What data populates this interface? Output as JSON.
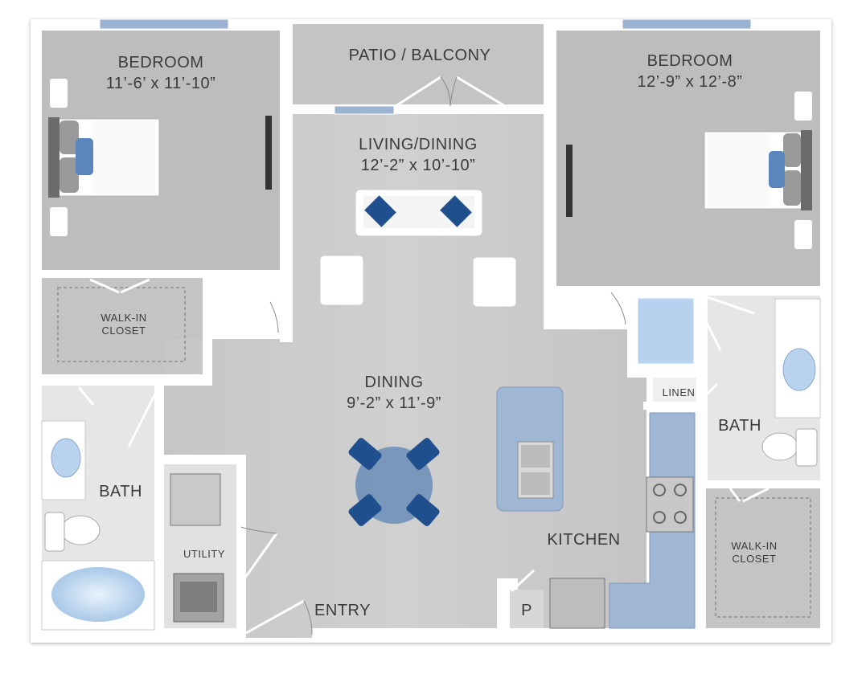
{
  "plan": {
    "rooms": {
      "bedroom_left": {
        "name": "BEDROOM",
        "size": "11’-6’ x 11’-10”"
      },
      "patio": {
        "name": "PATIO / BALCONY"
      },
      "bedroom_right": {
        "name": "BEDROOM",
        "size": "12’-9” x 12’-8”"
      },
      "living": {
        "name": "LIVING/DINING",
        "size": "12’-2” x 10’-10”"
      },
      "closet_left": {
        "name_line1": "WALK-IN",
        "name_line2": "CLOSET"
      },
      "dining": {
        "name": "DINING",
        "size": "9’-2” x 11’-9”"
      },
      "linen": {
        "name": "LINEN"
      },
      "bath_right": {
        "name": "BATH"
      },
      "bath_left": {
        "name": "BATH"
      },
      "utility": {
        "name": "UTILITY"
      },
      "kitchen": {
        "name": "KITCHEN"
      },
      "closet_right": {
        "name_line1": "WALK-IN",
        "name_line2": "CLOSET"
      },
      "entry": {
        "name": "ENTRY"
      },
      "pantry": {
        "name": "P"
      }
    },
    "colors": {
      "wall": "#ffffff",
      "carpet": "#bdbdbd",
      "wood_floor": "#c9c9c9",
      "tile_floor": "#e4e4e4",
      "accent_blue": "#1f4f8c",
      "counter_blue": "#9fb6d4",
      "window_blue": "#9bb3d0"
    }
  }
}
